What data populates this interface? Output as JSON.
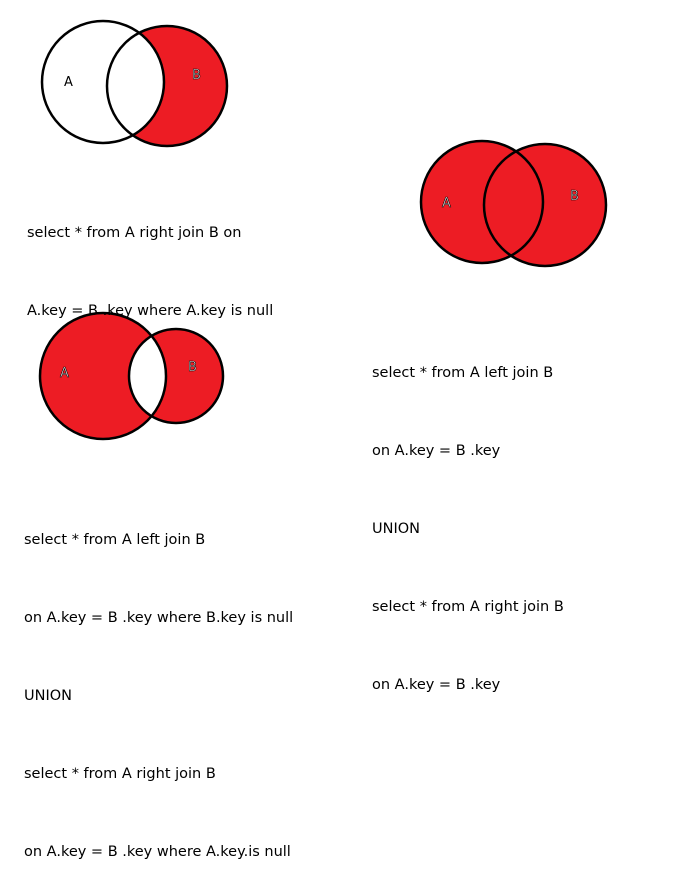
{
  "diagrams": [
    {
      "label_a": "A",
      "label_b": "B",
      "query_lines": [
        "select * from A right join B on",
        "A.key = B .key where A.key is null"
      ]
    },
    {
      "label_a": "A",
      "label_b": "B",
      "query_lines": [
        "select * from A left join B",
        "on A.key = B .key",
        "UNION",
        "select * from A right join B",
        "on A.key = B .key"
      ]
    },
    {
      "label_a": "A",
      "label_b": "B",
      "query_lines": [
        "select * from A left join B",
        "on A.key = B .key where B.key is null",
        "UNION",
        "select * from A right join B",
        "on A.key = B .key where A.key.is null"
      ]
    }
  ],
  "colors": {
    "fill": "#ed1c24",
    "outline": "#000000",
    "background": "#ffffff"
  }
}
